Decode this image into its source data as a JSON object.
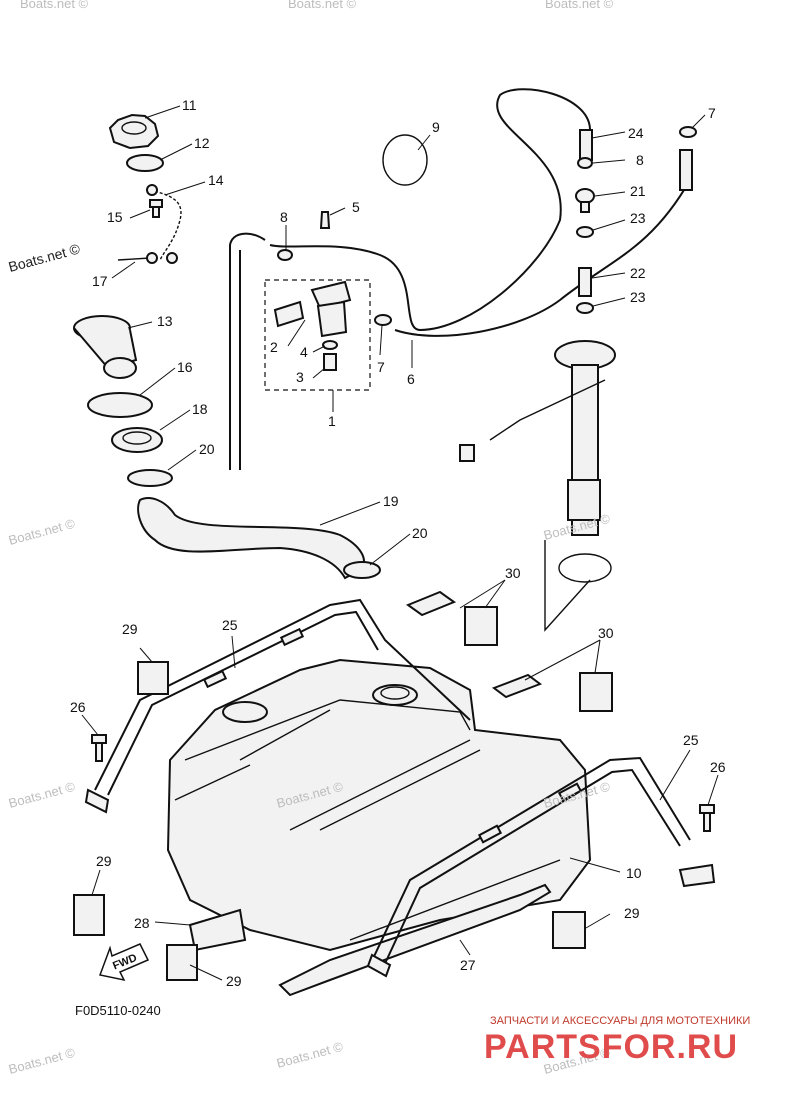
{
  "callouts": {
    "c1": "1",
    "c2": "2",
    "c3": "3",
    "c4": "4",
    "c5": "5",
    "c6": "6",
    "c7a": "7",
    "c7b": "7",
    "c8a": "8",
    "c8b": "8",
    "c9": "9",
    "c10": "10",
    "c11": "11",
    "c12": "12",
    "c13": "13",
    "c14": "14",
    "c15": "15",
    "c16": "16",
    "c17": "17",
    "c18": "18",
    "c19": "19",
    "c20a": "20",
    "c20b": "20",
    "c21": "21",
    "c22": "22",
    "c23a": "23",
    "c23b": "23",
    "c24": "24",
    "c25a": "25",
    "c25b": "25",
    "c26a": "26",
    "c26b": "26",
    "c27": "27",
    "c28": "28",
    "c29a": "29",
    "c29b": "29",
    "c29c": "29",
    "c29d": "29",
    "c30a": "30",
    "c30b": "30"
  },
  "watermarks": {
    "boats_top": "Boats.net ©",
    "boats_left_upper": "Boats.net ©",
    "boats_left_mid": "Boats.net ©",
    "boats_right_mid": "Boats.net ©",
    "boats_left_low": "Boats.net ©",
    "boats_center": "Boats.net ©",
    "boats_right_low": "Boats.net ©",
    "boats_bottom_left": "Boats.net ©",
    "boats_bottom_center": "Boats.net ©",
    "boats_bottom_right": "Boats.net ©",
    "boats_top_right": "Boats.net ©",
    "boats_top_left": "Boats.net ©"
  },
  "fwd_label": "FWD",
  "figure_code": "F0D5110-0240",
  "brand_tagline": "ЗАПЧАСТИ И АКСЕССУАРЫ ДЛЯ МОТОТЕХНИКИ",
  "brand_name": "PARTSFOR.RU",
  "colors": {
    "line": "#111111",
    "fill": "#f2f2f2",
    "watermark": "#bdbdbd",
    "brand": "#e04b4b"
  }
}
